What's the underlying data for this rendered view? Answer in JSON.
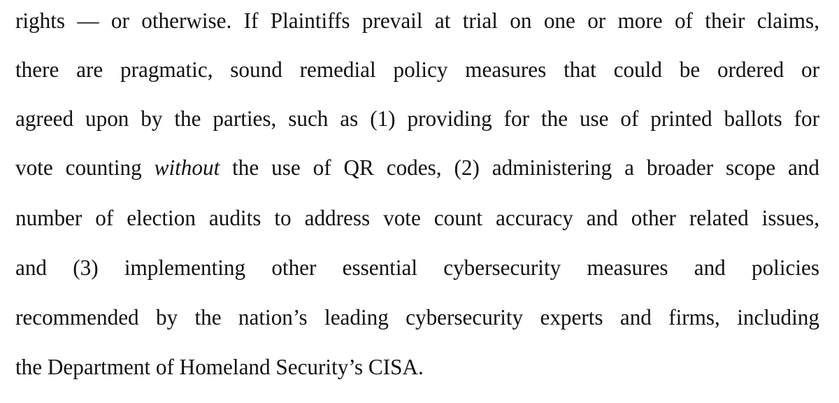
{
  "document": {
    "lines": [
      "rights — or otherwise. If Plaintiffs prevail at trial on one or more of their claims,",
      "there are pragmatic, sound remedial policy measures that could be ordered or",
      "agreed upon by the parties, such as (1) providing for the use of printed ballots for",
      {
        "before": "vote counting ",
        "italic": "without",
        "after": " the use of QR codes, (2) administering a broader scope and"
      },
      "number of election audits to address vote count accuracy and other related issues,",
      "and (3) implementing other essential cybersecurity measures and policies",
      "recommended by the nation’s leading cybersecurity experts and firms, including",
      "the Department of Homeland Security’s CISA."
    ]
  }
}
